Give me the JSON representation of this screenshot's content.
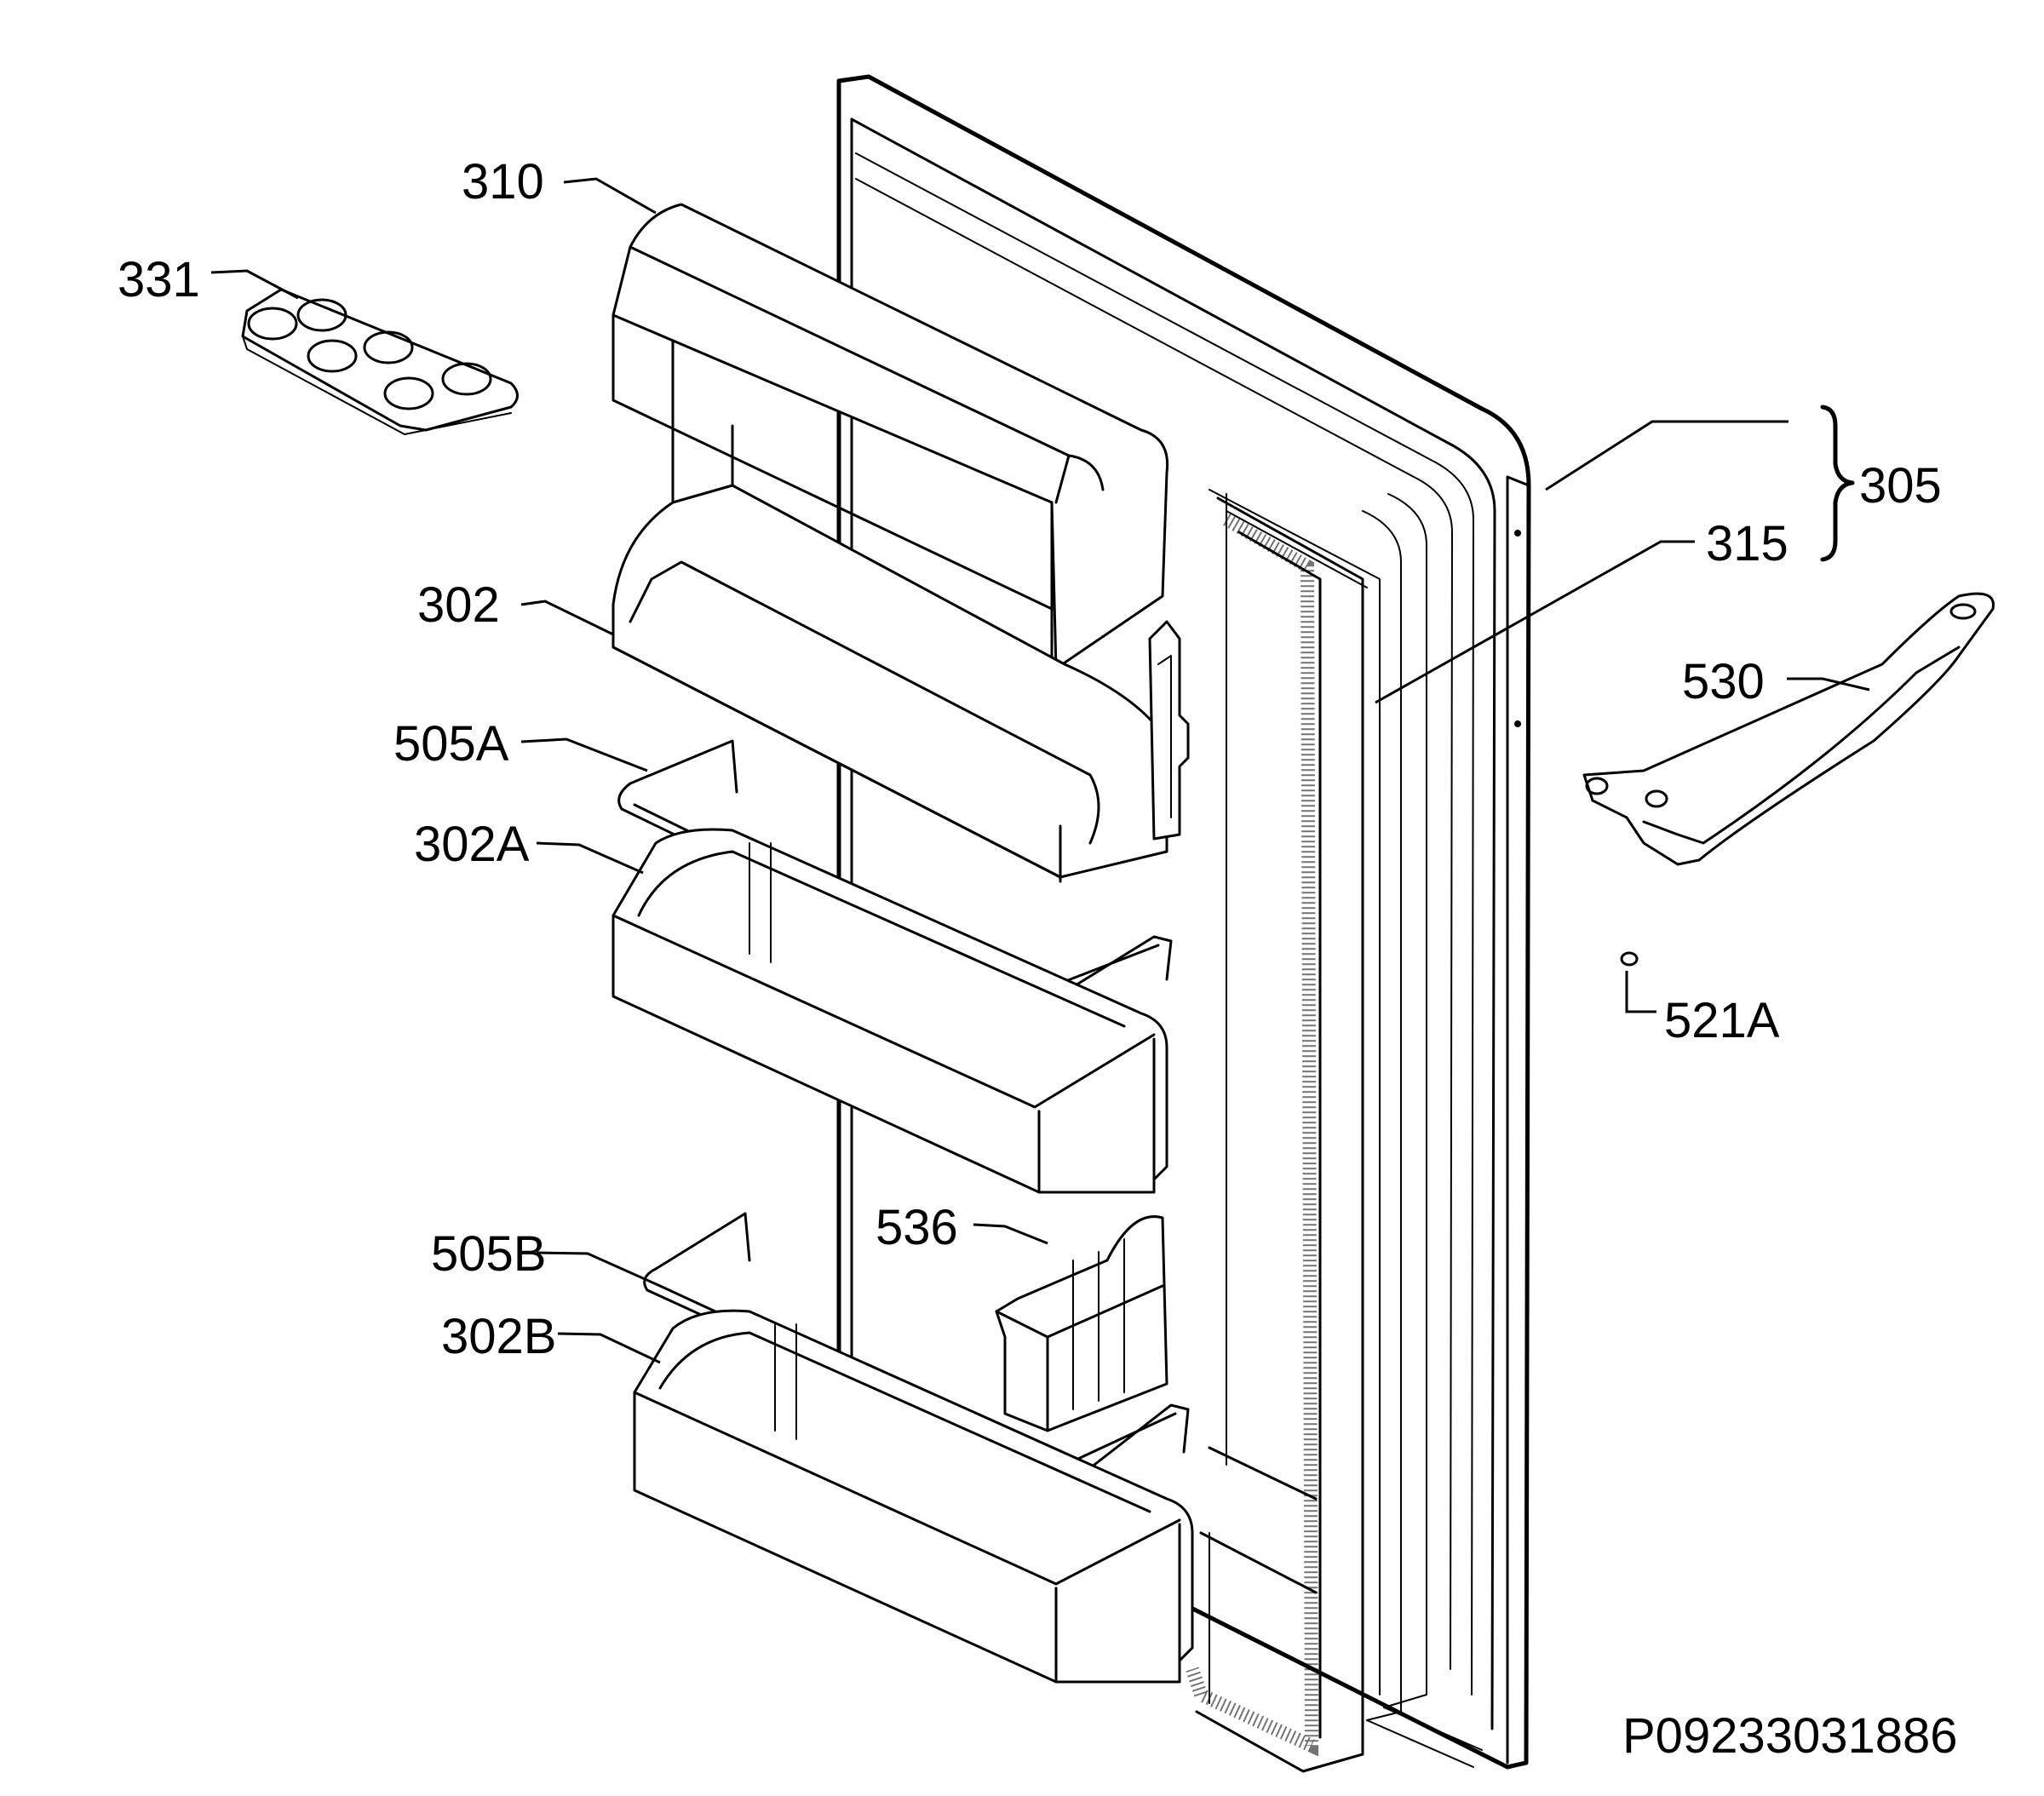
{
  "diagram": {
    "labels": {
      "p310": "310",
      "p331": "331",
      "p302": "302",
      "p505a": "505A",
      "p302a": "302A",
      "p505b": "505B",
      "p302b": "302B",
      "p536": "536",
      "p305": "305",
      "p315": "315",
      "p530": "530",
      "p521a": "521A"
    },
    "code": "P09233031886"
  }
}
